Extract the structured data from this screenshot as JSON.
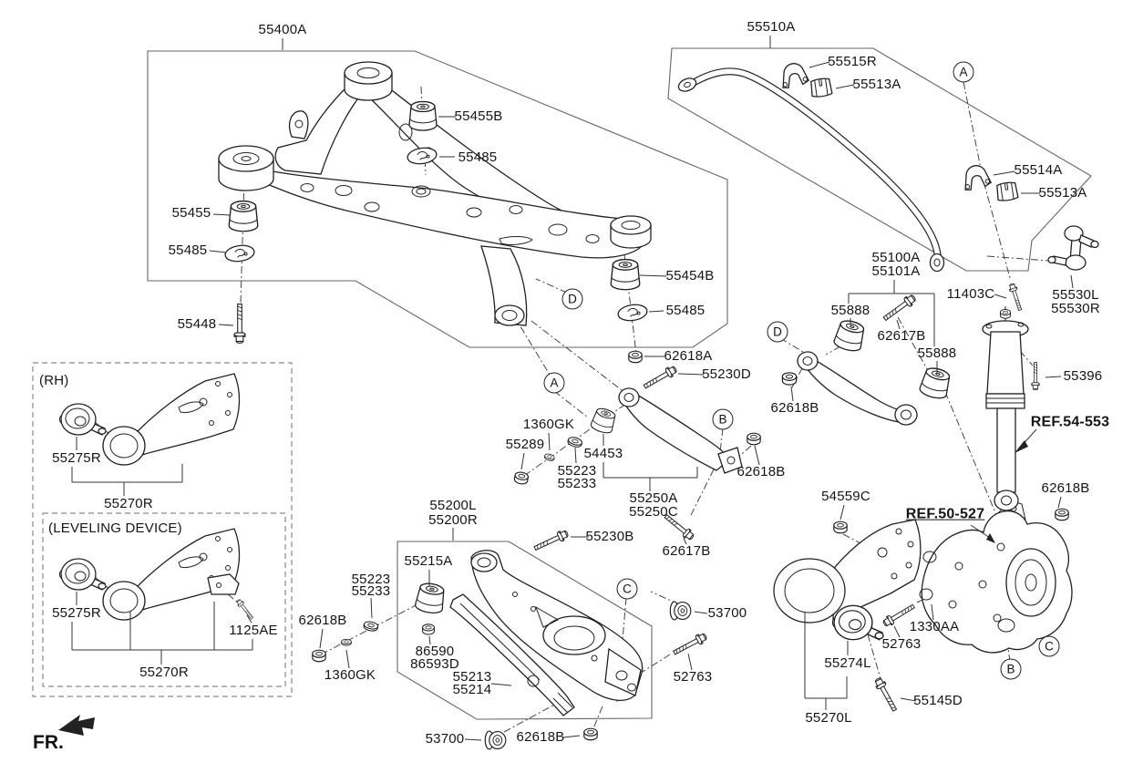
{
  "diagram": {
    "fr_indicator": "FR.",
    "group_boxes": {
      "rh": "(RH)",
      "leveling_device": "(LEVELING DEVICE)"
    },
    "callouts": {
      "a": "A",
      "b": "B",
      "c": "C",
      "d": "D"
    },
    "refs": {
      "ref_54_553": "REF.54-553",
      "ref_50_527": "REF.50-527"
    },
    "parts": {
      "55400A": "55400A",
      "55510A": "55510A",
      "55515R": "55515R",
      "55513A": "55513A",
      "55514A": "55514A",
      "55530L": "55530L",
      "55530R": "55530R",
      "11403C": "11403C",
      "55455B": "55455B",
      "55485": "55485",
      "55455": "55455",
      "55448": "55448",
      "55454B": "55454B",
      "62618A": "62618A",
      "55230D": "55230D",
      "55100A": "55100A",
      "55101A": "55101A",
      "55888": "55888",
      "62617B": "62617B",
      "62618B": "62618B",
      "55396": "55396",
      "54559C": "54559C",
      "55289": "55289",
      "1360GK": "1360GK",
      "54453": "54453",
      "55223": "55223",
      "55233": "55233",
      "55250A": "55250A",
      "55250C": "55250C",
      "55230B": "55230B",
      "55200L": "55200L",
      "55200R": "55200R",
      "55215A": "55215A",
      "86590": "86590",
      "86593D": "86593D",
      "55213": "55213",
      "55214": "55214",
      "53700": "53700",
      "52763": "52763",
      "55274L": "55274L",
      "1330AA": "1330AA",
      "55145D": "55145D",
      "55270L": "55270L",
      "55270R": "55270R",
      "55275R": "55275R",
      "1125AE": "1125AE"
    }
  }
}
